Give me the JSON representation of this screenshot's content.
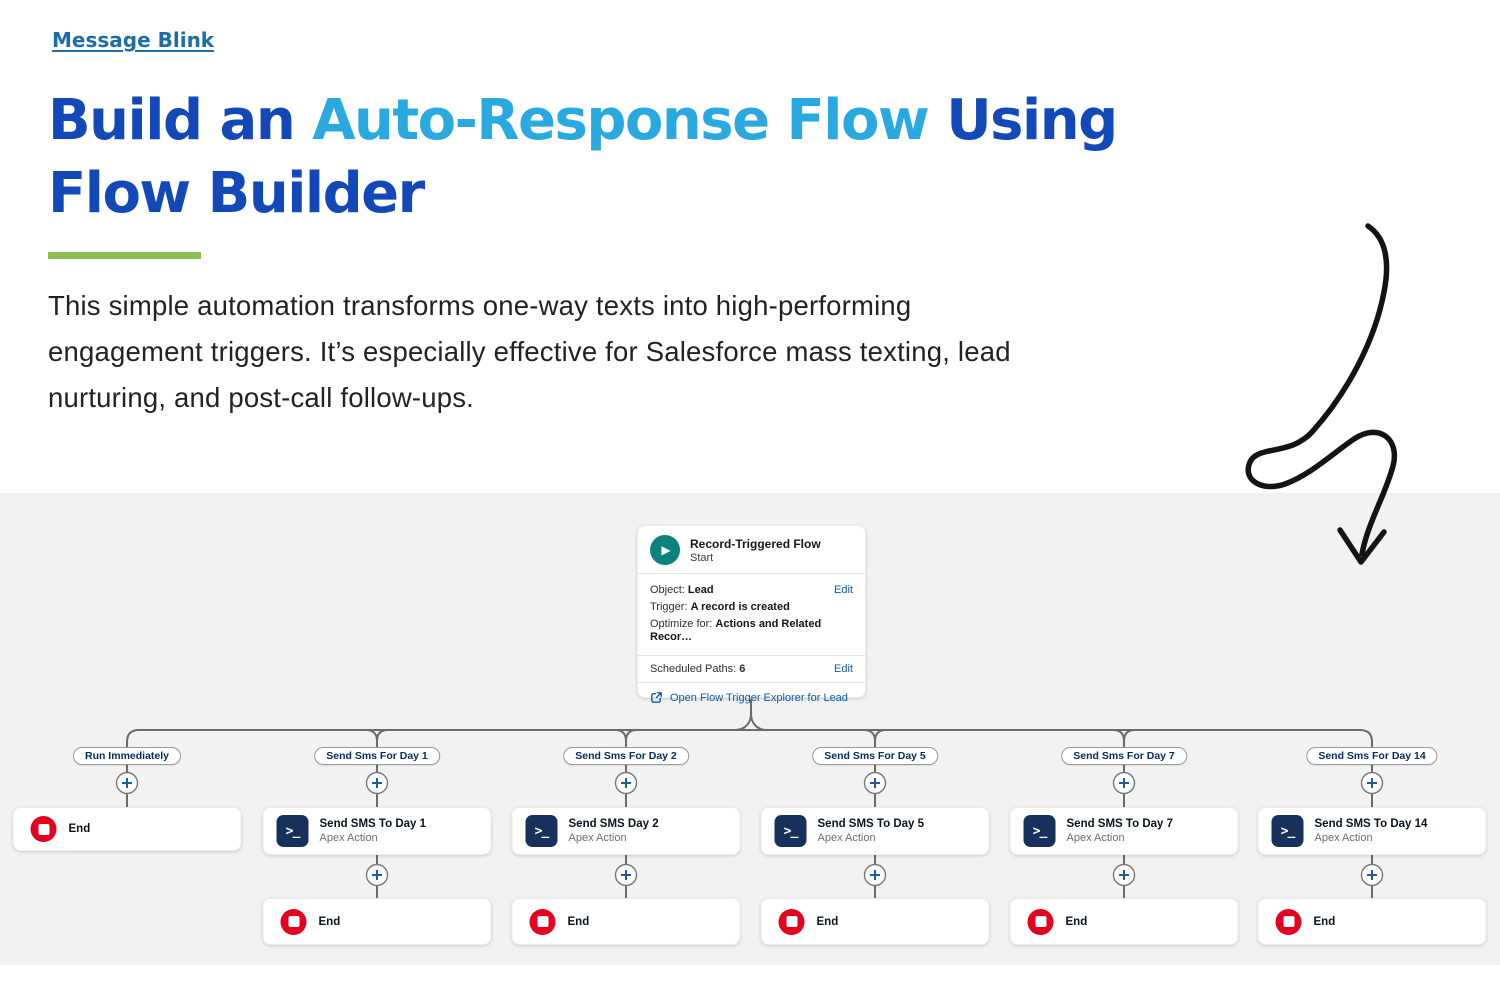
{
  "brand": {
    "label": "Message Blink"
  },
  "hero": {
    "title_part1": "Build an ",
    "title_highlight": "Auto-Response Flow",
    "title_part2": " Using",
    "title_line2": "Flow Builder",
    "paragraph_lines": [
      "This simple automation transforms one-way texts into high-performing",
      "engagement triggers. It’s especially effective for Salesforce mass texting, lead",
      "nurturing, and post-call follow-ups."
    ]
  },
  "colors": {
    "title_dark_blue": "#1348b8",
    "title_light_blue": "#2aa9e0",
    "brand_link_blue": "#1a6da6",
    "accent_green": "#8cbf52",
    "diagram_background": "#f2f2f2",
    "salesforce_link_blue": "#0b5cab",
    "start_teal": "#0b827c",
    "apex_navy": "#16325c",
    "end_red": "#e4001e",
    "connector_gray": "#6b6b6b"
  },
  "flow": {
    "start_card": {
      "title": "Record-Triggered Flow",
      "subtitle": "Start",
      "object_label": "Object:",
      "object_value": "Lead",
      "trigger_label": "Trigger:",
      "trigger_value": "A record is created",
      "optimize_label": "Optimize for:",
      "optimize_value": "Actions and Related Recor…",
      "edit_label": "Edit",
      "scheduled_label": "Scheduled Paths:",
      "scheduled_value": "6",
      "explorer_link": "Open Flow Trigger Explorer for Lead"
    },
    "end_label": "End",
    "apex_subtitle": "Apex Action",
    "branches": [
      {
        "label": "Run Immediately"
      },
      {
        "label": "Send Sms For Day 1",
        "action_title": "Send SMS To Day 1"
      },
      {
        "label": "Send Sms For Day 2",
        "action_title": "Send SMS Day 2"
      },
      {
        "label": "Send Sms For Day 5",
        "action_title": "Send SMS To Day 5"
      },
      {
        "label": "Send Sms For Day 7",
        "action_title": "Send SMS To Day 7"
      },
      {
        "label": "Send Sms For Day 14",
        "action_title": "Send SMS To Day 14"
      }
    ]
  }
}
